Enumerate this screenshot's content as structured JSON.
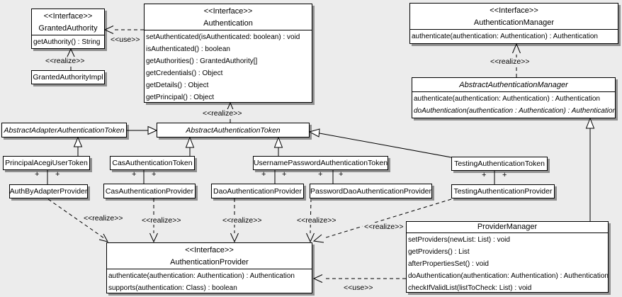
{
  "diagram": {
    "type": "uml-class-diagram",
    "background": "#ececec",
    "box_fill": "#ffffff",
    "box_border": "#000000",
    "shadow_color": "#909090",
    "labels": {
      "interface_stereotype": "<<Interface>>",
      "realize": "<<realize>>",
      "use": "<<use>>",
      "plus": "+"
    },
    "classes": {
      "granted_authority": {
        "stereotype": "<<Interface>>",
        "name": "GrantedAuthority",
        "methods": [
          "getAuthority() : String"
        ]
      },
      "granted_authority_impl": {
        "name": "GrantedAuthorityImpl"
      },
      "authentication": {
        "stereotype": "<<Interface>>",
        "name": "Authentication",
        "methods": [
          "setAuthenticated(isAuthenticated: boolean) : void",
          "isAuthenticated() : boolean",
          "getAuthorities() : GrantedAuthority[]",
          "getCredentials() : Object",
          "getDetails() : Object",
          "getPrincipal() : Object"
        ]
      },
      "authentication_manager": {
        "stereotype": "<<Interface>>",
        "name": "AuthenticationManager",
        "methods": [
          "authenticate(authentication: Authentication) : Authentication"
        ]
      },
      "abstract_authentication_manager": {
        "name": "AbstractAuthenticationManager",
        "abstract": true,
        "methods": [
          "authenticate(authentication: Authentication) : Authentication",
          "doAuthentication(authentication : Authentication) : Authentication"
        ]
      },
      "abstract_adapter_authentication_token": {
        "name": "AbstractAdapterAuthenticationToken",
        "abstract": true
      },
      "abstract_authentication_token": {
        "name": "AbstractAuthenticationToken",
        "abstract": true
      },
      "principal_acegi_user_token": {
        "name": "PrincipalAcegiUserToken"
      },
      "cas_authentication_token": {
        "name": "CasAuthenticationToken"
      },
      "username_password_authentication_token": {
        "name": "UsernamePasswordAuthenticationToken"
      },
      "testing_authentication_token": {
        "name": "TestingAuthenticationToken"
      },
      "auth_by_adapter_provider": {
        "name": "AuthByAdapterProvider"
      },
      "cas_authentication_provider": {
        "name": "CasAuthenticationProvider"
      },
      "dao_authentication_provider": {
        "name": "DaoAuthenticationProvider"
      },
      "password_dao_authentication_provider": {
        "name": "PasswordDaoAuthenticationProvider"
      },
      "testing_authentication_provider": {
        "name": "TestingAuthenticationProvider"
      },
      "authentication_provider": {
        "stereotype": "<<Interface>>",
        "name": "AuthenticationProvider",
        "methods": [
          "authenticate(authentication: Authentication) : Authentication",
          "supports(authentication: Class) : boolean"
        ]
      },
      "provider_manager": {
        "name": "ProviderManager",
        "methods": [
          "setProviders(newList: List) : void",
          "getProviders() : List",
          "afterPropertiesSet() : void",
          "doAuthentication(authentication: Authentication) : Authentication",
          "checkIfValidList(listToCheck: List) : void"
        ]
      }
    },
    "relationships": [
      {
        "from": "Authentication",
        "to": "GrantedAuthority",
        "type": "dependency",
        "label": "<<use>>"
      },
      {
        "from": "GrantedAuthorityImpl",
        "to": "GrantedAuthority",
        "type": "realization",
        "label": "<<realize>>"
      },
      {
        "from": "AbstractAuthenticationToken",
        "to": "Authentication",
        "type": "realization",
        "label": "<<realize>>"
      },
      {
        "from": "AbstractAuthenticationManager",
        "to": "AuthenticationManager",
        "type": "realization",
        "label": "<<realize>>"
      },
      {
        "from": "AbstractAdapterAuthenticationToken",
        "to": "AbstractAuthenticationToken",
        "type": "generalization"
      },
      {
        "from": "PrincipalAcegiUserToken",
        "to": "AbstractAdapterAuthenticationToken",
        "type": "generalization"
      },
      {
        "from": "CasAuthenticationToken",
        "to": "AbstractAuthenticationToken",
        "type": "generalization"
      },
      {
        "from": "UsernamePasswordAuthenticationToken",
        "to": "AbstractAuthenticationToken",
        "type": "generalization"
      },
      {
        "from": "TestingAuthenticationToken",
        "to": "AbstractAuthenticationToken",
        "type": "generalization"
      },
      {
        "from": "ProviderManager",
        "to": "AbstractAuthenticationManager",
        "type": "generalization"
      },
      {
        "from": "PrincipalAcegiUserToken",
        "to": "AuthByAdapterProvider",
        "type": "association",
        "end_labels": [
          "+",
          "+"
        ]
      },
      {
        "from": "CasAuthenticationToken",
        "to": "CasAuthenticationProvider",
        "type": "association",
        "end_labels": [
          "+",
          "+"
        ]
      },
      {
        "from": "UsernamePasswordAuthenticationToken",
        "to": "DaoAuthenticationProvider",
        "type": "association",
        "end_labels": [
          "+",
          "+"
        ]
      },
      {
        "from": "UsernamePasswordAuthenticationToken",
        "to": "PasswordDaoAuthenticationProvider",
        "type": "association",
        "end_labels": [
          "+",
          "+"
        ]
      },
      {
        "from": "TestingAuthenticationToken",
        "to": "TestingAuthenticationProvider",
        "type": "association",
        "end_labels": [
          "+",
          "+"
        ]
      },
      {
        "from": "AuthByAdapterProvider",
        "to": "AuthenticationProvider",
        "type": "realization",
        "label": "<<realize>>"
      },
      {
        "from": "CasAuthenticationProvider",
        "to": "AuthenticationProvider",
        "type": "realization",
        "label": "<<realize>>"
      },
      {
        "from": "DaoAuthenticationProvider",
        "to": "AuthenticationProvider",
        "type": "realization",
        "label": "<<realize>>"
      },
      {
        "from": "PasswordDaoAuthenticationProvider",
        "to": "AuthenticationProvider",
        "type": "realization",
        "label": "<<realize>>"
      },
      {
        "from": "TestingAuthenticationProvider",
        "to": "AuthenticationProvider",
        "type": "realization",
        "label": "<<realize>>"
      },
      {
        "from": "ProviderManager",
        "to": "AuthenticationProvider",
        "type": "dependency",
        "label": "<<use>>"
      }
    ]
  }
}
